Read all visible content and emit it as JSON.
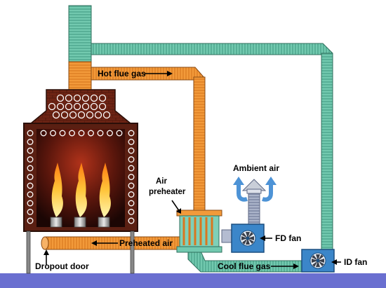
{
  "labels": {
    "hot_flue_gas": "Hot flue gas",
    "air_preheater_line1": "Air",
    "air_preheater_line2": "preheater",
    "ambient_air": "Ambient air",
    "fd_fan": "FD fan",
    "preheated_air": "Preheated air",
    "dropout_door": "Dropout door",
    "cool_flue_gas": "Cool flue gas",
    "id_fan": "ID fan"
  },
  "colors": {
    "hot_duct": "#f29a3a",
    "hot_duct_stripe": "#d9761f",
    "cool_duct": "#6fc7ad",
    "cool_duct_stripe": "#4fa88e",
    "furnace_brick": "#7a2c1a",
    "furnace_shell": "#2a1410",
    "fan_box": "#3b86c9",
    "ambient_arrows": "#4d93d6",
    "ground": "#6a6fd0",
    "tubes": "#ffffff"
  },
  "icons": {
    "burner": "flame-burner-icon",
    "fan": "fan-rotor-icon",
    "arrow": "right-arrow-icon"
  }
}
